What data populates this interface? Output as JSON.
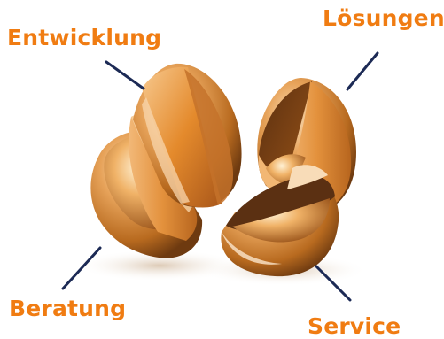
{
  "labels": {
    "top_left": "Entwicklung",
    "top_right": "Lösungen",
    "bottom_left": "Beratung",
    "bottom_right": "Service"
  },
  "colors": {
    "label_text": "#f07c12",
    "connector": "#1c2a55",
    "shell_dark": "#8a4d14",
    "shell_mid": "#d1822d",
    "shell_light": "#f3c48a"
  }
}
